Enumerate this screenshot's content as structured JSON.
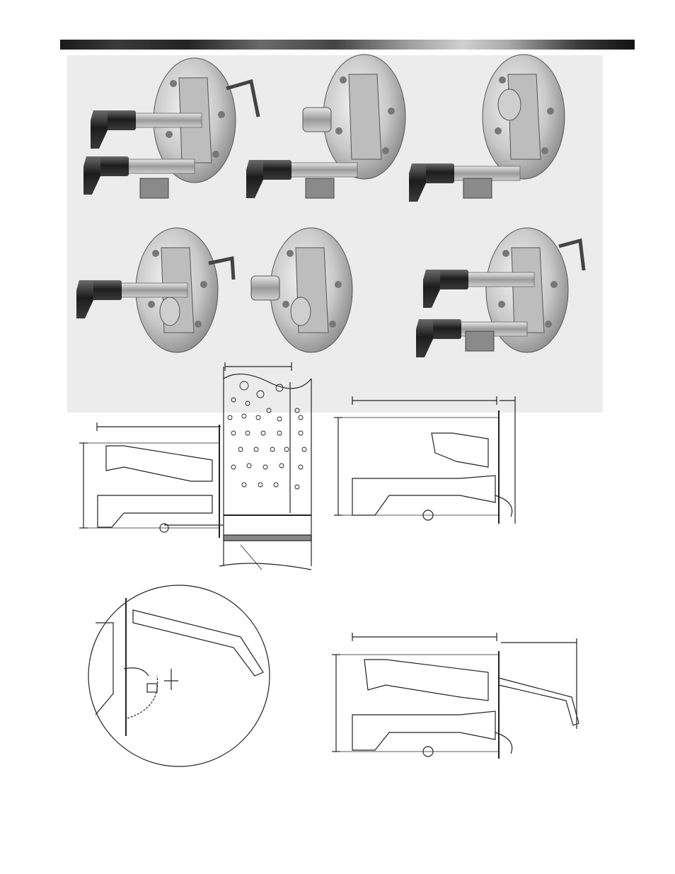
{
  "page": {
    "figure_groups": [
      {
        "name": "burner-assemblies",
        "count": 6
      },
      {
        "name": "side-elevation-drawings",
        "count": 3
      },
      {
        "name": "detail-view",
        "count": 1
      }
    ]
  }
}
